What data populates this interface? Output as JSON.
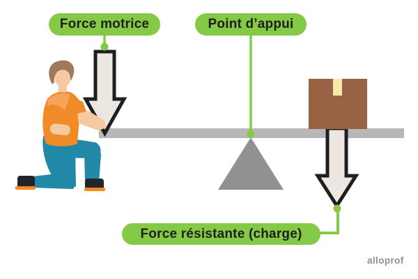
{
  "labels": {
    "effort": "Force motrice",
    "fulcrum": "Point d’appui",
    "load": "Force résistante (charge)"
  },
  "watermark": "alloprof",
  "diagram": {
    "type": "first-class-lever",
    "elements": [
      "person-kneeling-pushing-down",
      "effort-arrow-down",
      "lever-bar",
      "fulcrum-triangle",
      "load-box",
      "load-arrow-down"
    ]
  },
  "colors": {
    "green": "#85CA47",
    "ink": "#1F1F1F",
    "barGray": "#B7B7B7",
    "triangleGray": "#919191",
    "boxBrown": "#996244",
    "tapeYellow": "#F8E9A9",
    "arrowFill": "#ECE7E0",
    "shirtOrange": "#F18B27",
    "shirtLight": "#F7A459",
    "skin": "#F6C9A0",
    "hair": "#9C7A5B",
    "pantsTeal": "#2189A7",
    "shoeDark": "#23232A",
    "soleOrange": "#F08A24",
    "watermarkGray": "#8F8F8F",
    "background": "#FFFFFF"
  }
}
